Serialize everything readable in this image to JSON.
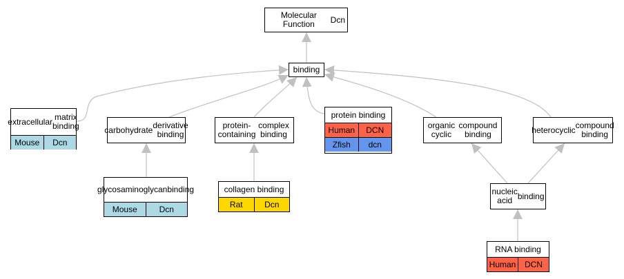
{
  "colors": {
    "edge": "#c0c0c0",
    "mouse": "#add8e6",
    "rat": "#ffd700",
    "human": "#ff6347",
    "zfish": "#6495ed"
  },
  "nodes": {
    "mf": {
      "line1": "Molecular Function",
      "line2": "Dcn"
    },
    "binding": {
      "line1": "binding"
    },
    "ecm": {
      "line1": "extracellular",
      "line2": "matrix binding",
      "rows": [
        [
          "Mouse",
          "Dcn"
        ]
      ]
    },
    "carb": {
      "line1": "carbohydrate",
      "line2": "derivative binding"
    },
    "pcc": {
      "line1": "protein-containing",
      "line2": "complex binding"
    },
    "prot": {
      "line1": "protein binding",
      "rows": [
        [
          "Human",
          "DCN"
        ],
        [
          "Zfish",
          "dcn"
        ]
      ]
    },
    "occ": {
      "line1": "organic cyclic",
      "line2": "compound binding"
    },
    "hcc": {
      "line1": "heterocyclic",
      "line2": "compound binding"
    },
    "gag": {
      "line1": "glycosaminoglycan",
      "line2": "binding",
      "rows": [
        [
          "Mouse",
          "Dcn"
        ]
      ]
    },
    "coll": {
      "line1": "collagen binding",
      "rows": [
        [
          "Rat",
          "Dcn"
        ]
      ]
    },
    "na": {
      "line1": "nucleic acid",
      "line2": "binding"
    },
    "rna": {
      "line1": "RNA binding",
      "rows": [
        [
          "Human",
          "DCN"
        ]
      ]
    }
  }
}
